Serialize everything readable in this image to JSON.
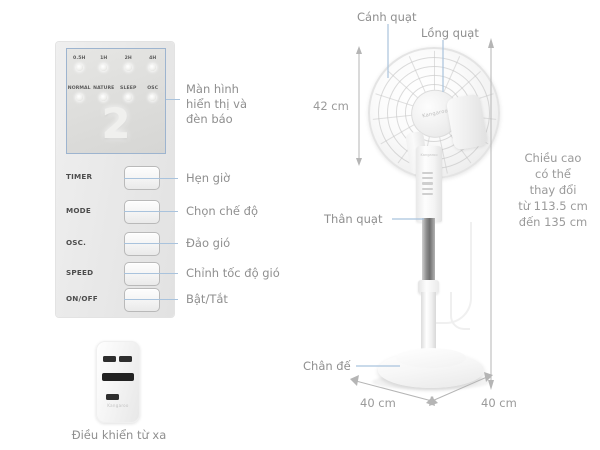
{
  "control_panel": {
    "display": {
      "timer_leds": [
        "0.5H",
        "1H",
        "2H",
        "4H"
      ],
      "mode_leds": [
        "NORMAL",
        "NATURE",
        "SLEEP",
        "OSC"
      ],
      "digit": "2"
    },
    "buttons": [
      {
        "key": "TIMER",
        "caption": "Hẹn giờ"
      },
      {
        "key": "MODE",
        "caption": "Chọn chế độ"
      },
      {
        "key": "OSC.",
        "caption": "Đảo gió"
      },
      {
        "key": "SPEED",
        "caption": "Chỉnh tốc độ gió"
      },
      {
        "key": "ON/OFF",
        "caption": "Bật/Tắt"
      }
    ],
    "display_caption": "Màn hình\nhiển thị và\nđèn báo",
    "display_caption_lines": [
      "Màn hình",
      "hiển thị và",
      "đèn báo"
    ]
  },
  "remote": {
    "caption": "Điều khiển từ xa",
    "brand": "Kangaroo"
  },
  "fan": {
    "brand": "Kangaroo",
    "labels": {
      "blade": "Cánh quạt",
      "cage": "Lồng quạt",
      "body": "Thân quạt",
      "base": "Chân đế"
    },
    "dimensions": {
      "cage_diameter": "42 cm",
      "base_width_left": "40 cm",
      "base_width_right": "40 cm",
      "height_lines": [
        "Chiều cao",
        "có thể",
        "thay đổi",
        "từ 113.5 cm",
        "đến 135 cm"
      ]
    }
  },
  "colors": {
    "leader_line": "#a9c3dd",
    "dimension_line": "#b5b5b5",
    "text": "#8f8f8f",
    "panel_bg": "#e9e9e9",
    "display_border": "#9db4cf"
  }
}
